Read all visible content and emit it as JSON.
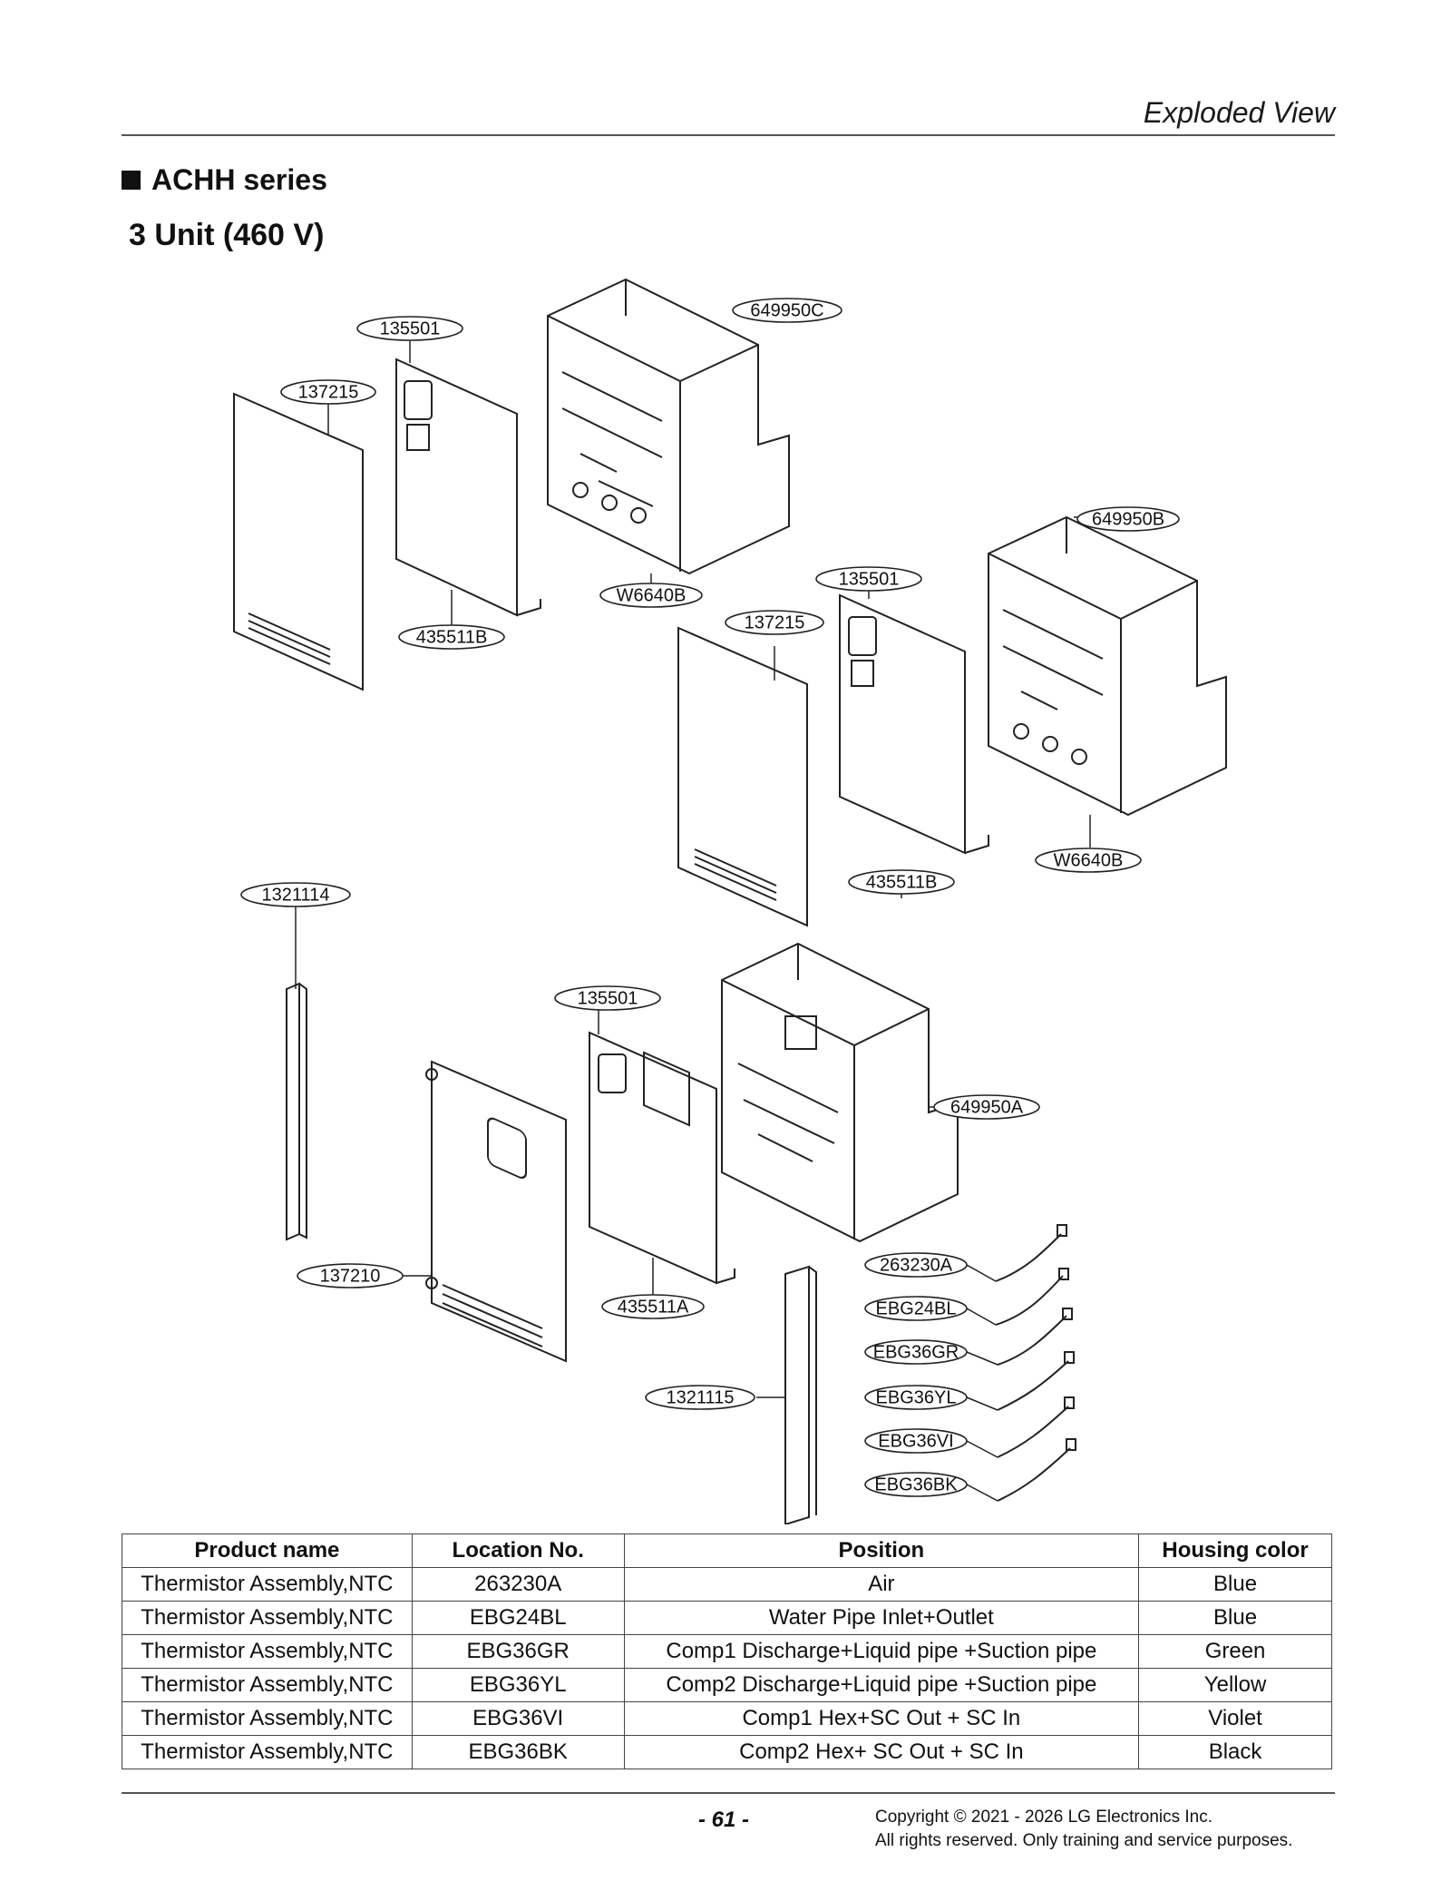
{
  "header": {
    "title": "Exploded View"
  },
  "section": {
    "heading": "ACHH series",
    "subheading": "3 Unit (460 V)"
  },
  "diagram": {
    "callouts": [
      "649950C",
      "135501",
      "137215",
      "W6640B",
      "435511B",
      "649950B",
      "135501",
      "137215",
      "W6640B",
      "435511B",
      "1321114",
      "135501",
      "649950A",
      "137210",
      "435511A",
      "1321115",
      "263230A",
      "EBG24BL",
      "EBG36GR",
      "EBG36YL",
      "EBG36VI",
      "EBG36BK"
    ]
  },
  "table": {
    "headers": [
      "Product name",
      "Location No.",
      "Position",
      "Housing color"
    ],
    "rows": [
      [
        "Thermistor Assembly,NTC",
        "263230A",
        "Air",
        "Blue"
      ],
      [
        "Thermistor Assembly,NTC",
        "EBG24BL",
        "Water Pipe Inlet+Outlet",
        "Blue"
      ],
      [
        "Thermistor Assembly,NTC",
        "EBG36GR",
        "Comp1 Discharge+Liquid pipe +Suction pipe",
        "Green"
      ],
      [
        "Thermistor Assembly,NTC",
        "EBG36YL",
        "Comp2 Discharge+Liquid pipe +Suction pipe",
        "Yellow"
      ],
      [
        "Thermistor Assembly,NTC",
        "EBG36VI",
        "Comp1 Hex+SC Out + SC In",
        "Violet"
      ],
      [
        "Thermistor Assembly,NTC",
        "EBG36BK",
        "Comp2 Hex+ SC Out + SC In",
        "Black"
      ]
    ]
  },
  "footer": {
    "page_number": "- 61 -",
    "copyright_line1": "Copyright © 2021 - 2026 LG Electronics Inc.",
    "copyright_line2": "All rights reserved. Only training and service purposes."
  }
}
